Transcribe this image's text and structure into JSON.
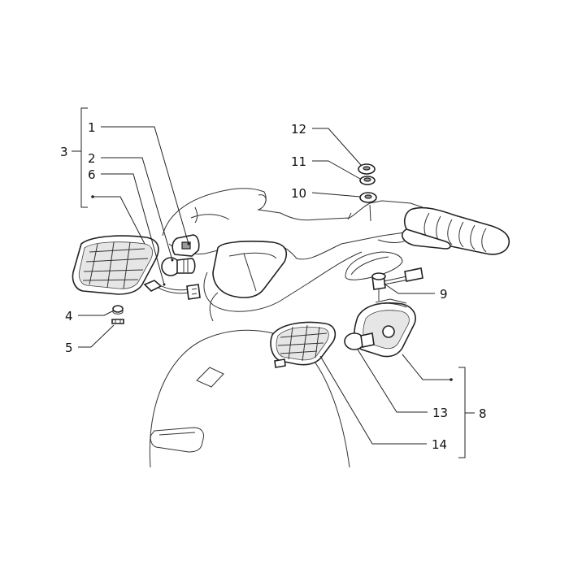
{
  "callouts": [
    {
      "id": "c1",
      "text": "1"
    },
    {
      "id": "c2",
      "text": "2"
    },
    {
      "id": "c3",
      "text": "3"
    },
    {
      "id": "c4",
      "text": "4"
    },
    {
      "id": "c5",
      "text": "5"
    },
    {
      "id": "c6",
      "text": "6"
    },
    {
      "id": "c8",
      "text": "8"
    },
    {
      "id": "c9",
      "text": "9"
    },
    {
      "id": "c10",
      "text": "10"
    },
    {
      "id": "c11",
      "text": "11"
    },
    {
      "id": "c12",
      "text": "12"
    },
    {
      "id": "c13",
      "text": "13"
    },
    {
      "id": "c14",
      "text": "14"
    }
  ],
  "colors": {
    "ink": "#222222",
    "background": "#ffffff"
  }
}
